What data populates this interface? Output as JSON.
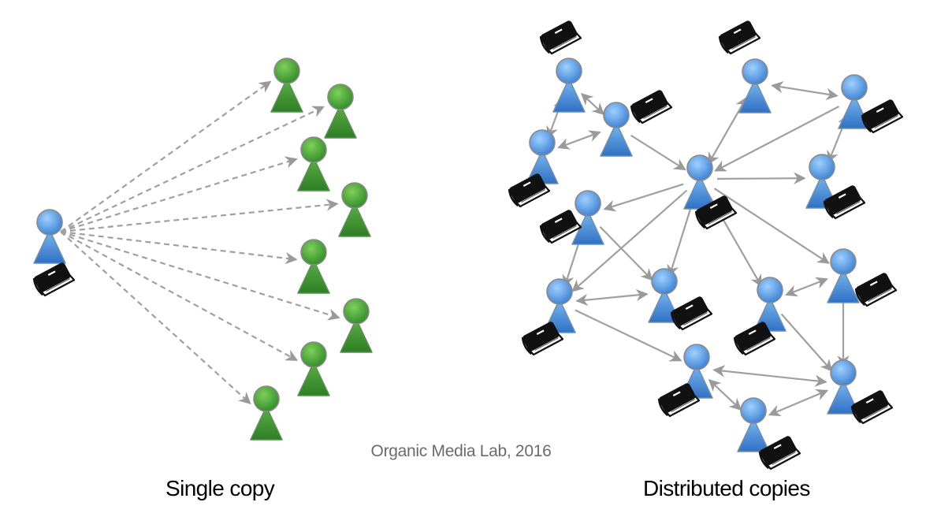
{
  "credit": "Organic Media Lab, 2016",
  "captions": {
    "left": "Single copy",
    "right": "Distributed copies"
  },
  "colors": {
    "blue_person": "#4a8fd8",
    "green_person": "#3e9a34",
    "arrow": "#a0a0a0",
    "book": "#111111"
  },
  "icons": {
    "person": "person-icon",
    "book": "book-icon"
  }
}
